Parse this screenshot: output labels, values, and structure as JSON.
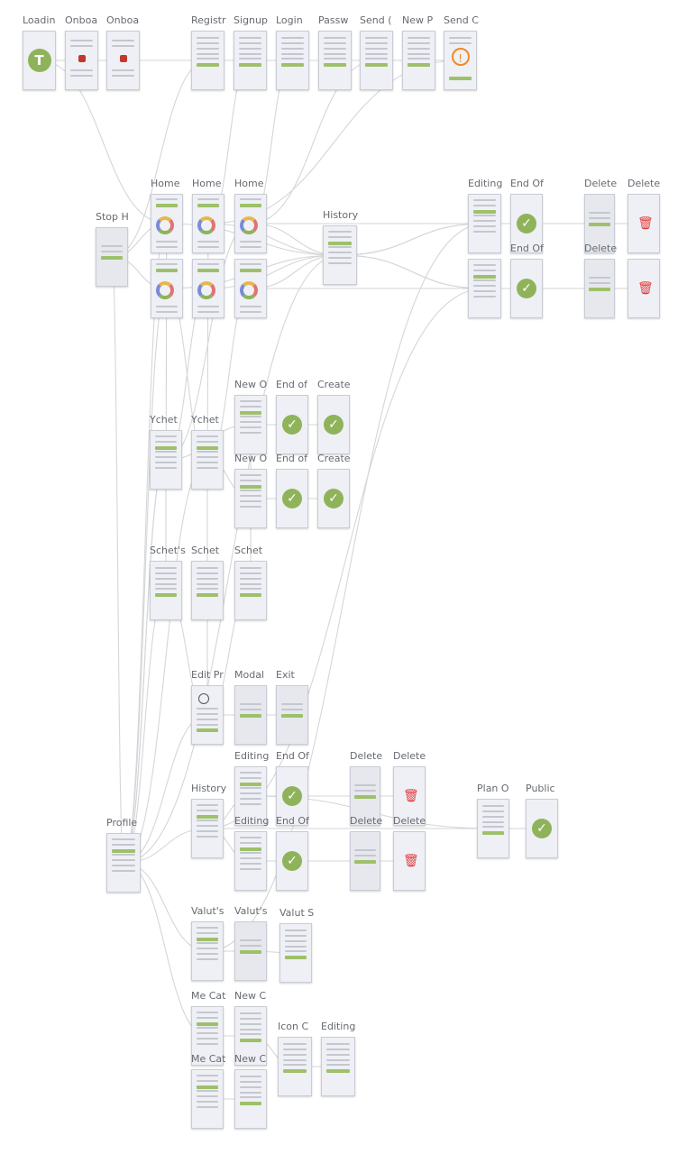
{
  "diagram": {
    "type": "ui-flow-map",
    "screens": [
      {
        "title": "Loadin",
        "kind": "logo"
      },
      {
        "title": "Onboa",
        "kind": "onboard"
      },
      {
        "title": "Onboa",
        "kind": "onboard"
      },
      {
        "title": "Registr",
        "kind": "form"
      },
      {
        "title": "Signup",
        "kind": "form"
      },
      {
        "title": "Login",
        "kind": "form"
      },
      {
        "title": "Passw",
        "kind": "form"
      },
      {
        "title": "Send (",
        "kind": "form"
      },
      {
        "title": "New P",
        "kind": "form"
      },
      {
        "title": "Send C",
        "kind": "warn"
      },
      {
        "title": "Home",
        "kind": "chart"
      },
      {
        "title": "Home",
        "kind": "chart"
      },
      {
        "title": "Home",
        "kind": "chart"
      },
      {
        "title": "",
        "kind": "chart"
      },
      {
        "title": "",
        "kind": "chart"
      },
      {
        "title": "",
        "kind": "chart"
      },
      {
        "title": "Stop H",
        "kind": "modal"
      },
      {
        "title": "History",
        "kind": "list"
      },
      {
        "title": "Editing",
        "kind": "list"
      },
      {
        "title": "",
        "kind": "list"
      },
      {
        "title": "End Of",
        "kind": "check"
      },
      {
        "title": "End Of",
        "kind": "check"
      },
      {
        "title": "Delete",
        "kind": "modal"
      },
      {
        "title": "Delete",
        "kind": "modal"
      },
      {
        "title": "Delete",
        "kind": "trash"
      },
      {
        "title": "",
        "kind": "trash"
      },
      {
        "title": "Ychet",
        "kind": "list"
      },
      {
        "title": "Ychet",
        "kind": "list"
      },
      {
        "title": "New O",
        "kind": "list"
      },
      {
        "title": "New O",
        "kind": "list"
      },
      {
        "title": "End of",
        "kind": "check"
      },
      {
        "title": "End of",
        "kind": "check"
      },
      {
        "title": "Create",
        "kind": "check"
      },
      {
        "title": "Create",
        "kind": "check"
      },
      {
        "title": "Schet's",
        "kind": "form"
      },
      {
        "title": "Schet",
        "kind": "form"
      },
      {
        "title": "Schet",
        "kind": "form"
      },
      {
        "title": "Edit Pr",
        "kind": "profile"
      },
      {
        "title": "Modal",
        "kind": "modal"
      },
      {
        "title": "Exit",
        "kind": "modal"
      },
      {
        "title": "Editing",
        "kind": "list"
      },
      {
        "title": "Editing",
        "kind": "list"
      },
      {
        "title": "End Of",
        "kind": "check"
      },
      {
        "title": "End Of",
        "kind": "check"
      },
      {
        "title": "History",
        "kind": "list"
      },
      {
        "title": "Delete",
        "kind": "modal"
      },
      {
        "title": "Delete",
        "kind": "modal"
      },
      {
        "title": "Delete",
        "kind": "trash"
      },
      {
        "title": "Delete",
        "kind": "trash"
      },
      {
        "title": "Plan O",
        "kind": "form"
      },
      {
        "title": "Public",
        "kind": "check"
      },
      {
        "title": "Profile",
        "kind": "list"
      },
      {
        "title": "Valut's",
        "kind": "list"
      },
      {
        "title": "Valut's",
        "kind": "modal"
      },
      {
        "title": "Valut S",
        "kind": "form"
      },
      {
        "title": "Me Cat",
        "kind": "list"
      },
      {
        "title": "Me Cat",
        "kind": "list"
      },
      {
        "title": "New C",
        "kind": "form"
      },
      {
        "title": "New C",
        "kind": "form"
      },
      {
        "title": "Icon C",
        "kind": "form"
      },
      {
        "title": "Editing",
        "kind": "form"
      }
    ],
    "colors": {
      "accent": "#8fb35a",
      "wire": "#d4d6da",
      "danger": "#e23b3b",
      "warning": "#f08a24"
    },
    "icons": {
      "check": "check-icon",
      "trash": "trash-icon",
      "logo": "logo-icon",
      "warning": "warning-icon"
    }
  }
}
